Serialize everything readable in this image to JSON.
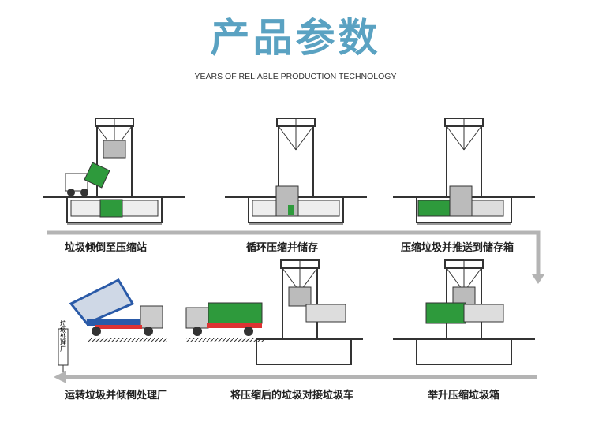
{
  "title": "产品参数",
  "subtitle": "YEARS OF RELIABLE PRODUCTION TECHNOLOGY",
  "steps": [
    {
      "label": "垃圾倾倒至压缩站"
    },
    {
      "label": "循环压缩并储存"
    },
    {
      "label": "压缩垃圾并推送到储存箱"
    },
    {
      "label": "举升压缩垃圾箱"
    },
    {
      "label": "将压缩后的垃圾对接垃圾车"
    },
    {
      "label": "运转垃圾并倾倒处理厂"
    }
  ],
  "sign_text": "垃圾处理厂",
  "colors": {
    "title": "#5aa2c2",
    "arrow": "#b4b4b4",
    "container": "#2e9a3c",
    "truck_blue": "#2a5aa8"
  }
}
